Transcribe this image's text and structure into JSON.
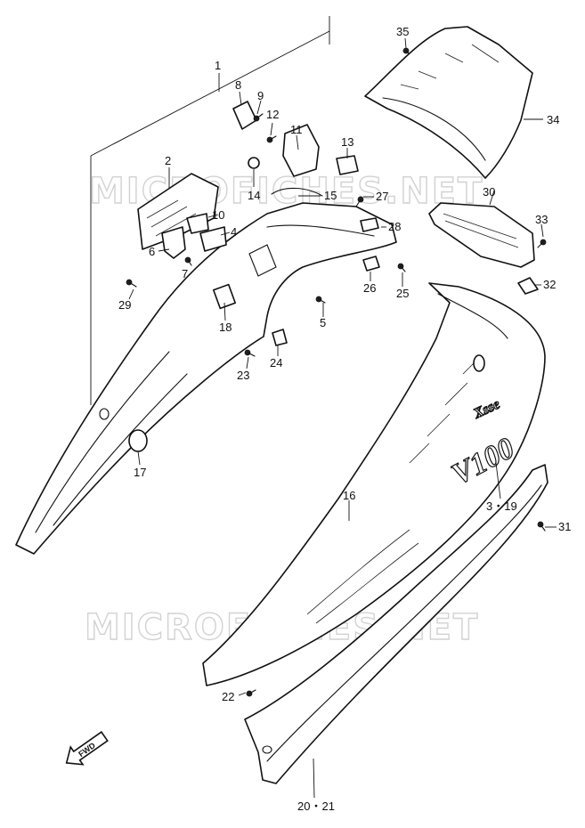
{
  "watermark": {
    "text": "MICROFICHES.NET"
  },
  "fwd_label": "FWD",
  "badge_text": {
    "small": "Xsse",
    "large": "V100"
  },
  "callouts": {
    "c1": "1",
    "c2": "2",
    "c4": "4",
    "c5": "5",
    "c6": "6",
    "c7": "7",
    "c8": "8",
    "c9": "9",
    "c10": "10",
    "c11": "11",
    "c12": "12",
    "c13": "13",
    "c14": "14",
    "c15": "15",
    "c16": "16",
    "c17": "17",
    "c18": "18",
    "c22": "22",
    "c23": "23",
    "c24": "24",
    "c25": "25",
    "c26": "26",
    "c27": "27",
    "c28": "28",
    "c29": "29",
    "c30": "30",
    "c31": "31",
    "c32": "32",
    "c33": "33",
    "c34": "34",
    "c35": "35",
    "c3_19": "3・19",
    "c20_21": "20・21"
  }
}
